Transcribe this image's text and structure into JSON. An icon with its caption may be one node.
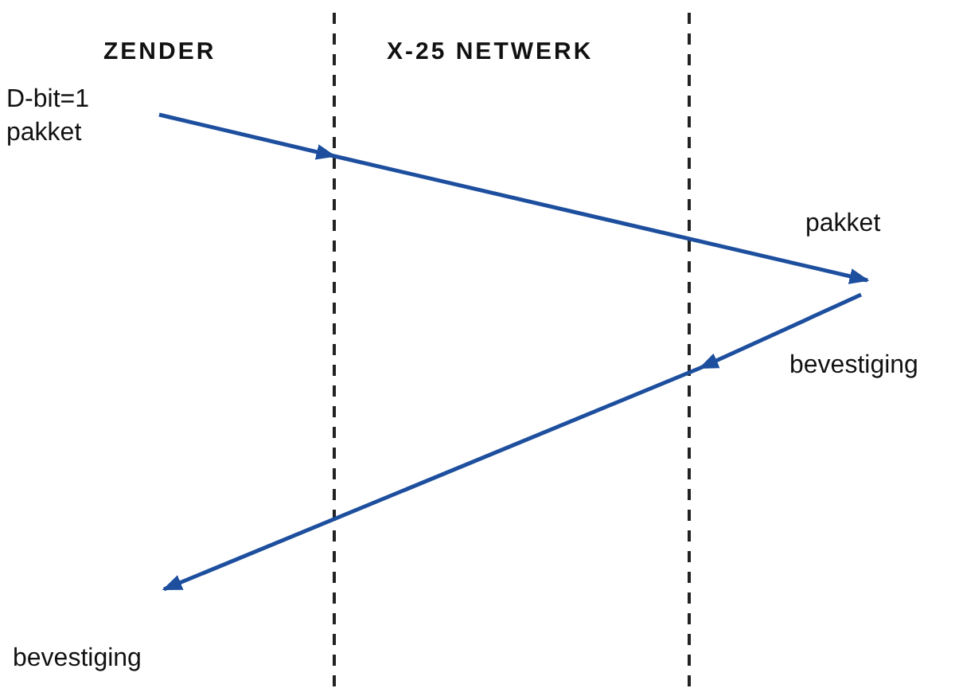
{
  "diagram": {
    "nodes": [
      {
        "text": [
          "D-bit=1 pakket"
        ]
      },
      {
        "text": [
          "pakket"
        ]
      },
      {
        "text": [
          "bevestiging"
        ]
      },
      {
        "text": [
          "bevestiging"
        ]
      }
    ],
    "edges": [
      {
        "from": 0,
        "to": 1,
        "arrow": "to"
      },
      {
        "from": 2,
        "to": 3,
        "arrow": "to"
      }
    ],
    "labels": [
      "ZENDER",
      "X-25 NETWERK"
    ]
  }
}
